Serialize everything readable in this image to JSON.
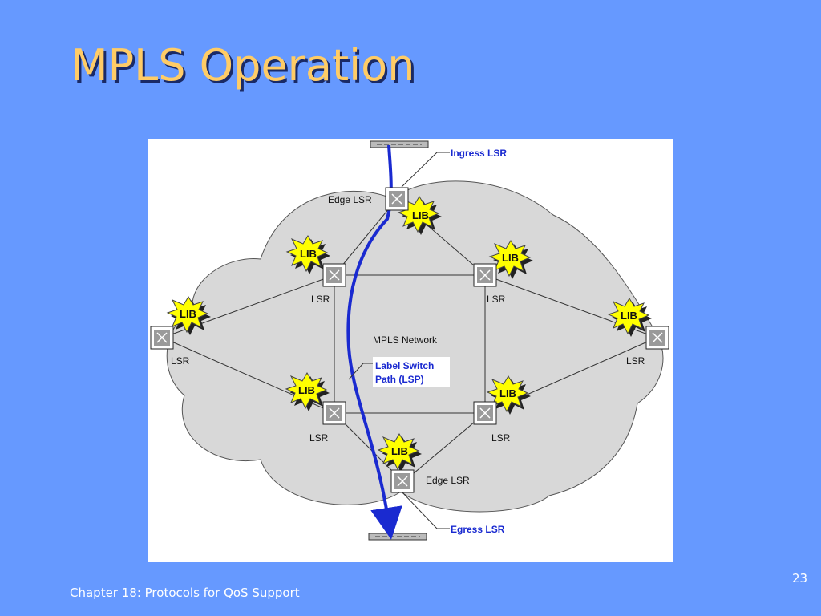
{
  "slide": {
    "title": "MPLS Operation",
    "footer": "Chapter 18:  Protocols for QoS Support",
    "page_number": "23"
  },
  "diagram": {
    "network_label": "MPLS Network",
    "ingress_label": "Ingress LSR",
    "egress_label": "Egress LSR",
    "edge_label": "Edge LSR",
    "lsr_label": "LSR",
    "lib_label": "LIB",
    "path_label_line1": "Label Switch",
    "path_label_line2": "Path (LSP)",
    "colors": {
      "cloud": "#d8d8d8",
      "path": "#1a2ad0",
      "lib_fill": "#ffff00"
    }
  }
}
